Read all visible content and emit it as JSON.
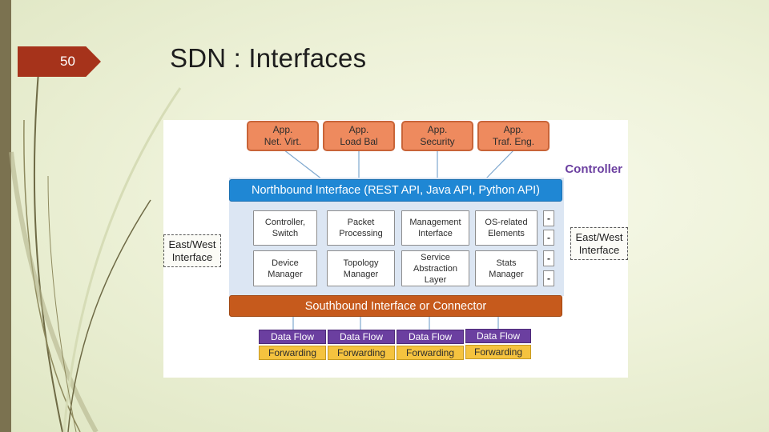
{
  "slide": {
    "number": "50",
    "title": "SDN : Interfaces"
  },
  "diagram": {
    "controller_label": "Controller",
    "apps": [
      "App.\nNet. Virt.",
      "App.\nLoad Bal",
      "App.\nSecurity",
      "App.\nTraf. Eng."
    ],
    "northbound": "Northbound Interface (REST API, Java API, Python API)",
    "modules_row1": [
      "Controller,\nSwitch",
      "Packet\nProcessing",
      "Management\nInterface",
      "OS-related\nElements"
    ],
    "modules_row2": [
      "Device\nManager",
      "Topology\nManager",
      "Service\nAbstraction\nLayer",
      "Stats\nManager"
    ],
    "dash_cells": [
      "-",
      "-",
      "-",
      "-"
    ],
    "southbound": "Southbound Interface or Connector",
    "data_flow": [
      "Data Flow",
      "Data Flow",
      "Data Flow",
      "Data Flow"
    ],
    "forwarding": [
      "Forwarding",
      "Forwarding",
      "Forwarding",
      "Forwarding"
    ],
    "east_west_left": "East/West\nInterface",
    "east_west_right": "East/West\nInterface"
  },
  "colors": {
    "app_orange": "#ee8a5e",
    "northbound_blue": "#1f87d4",
    "southbound_orange": "#c65a1c",
    "data_flow_purple": "#6b3fa0",
    "forwarding_yellow": "#f5c33f",
    "controller_purple": "#6b3fa0",
    "slide_number_red": "#a6331b"
  }
}
